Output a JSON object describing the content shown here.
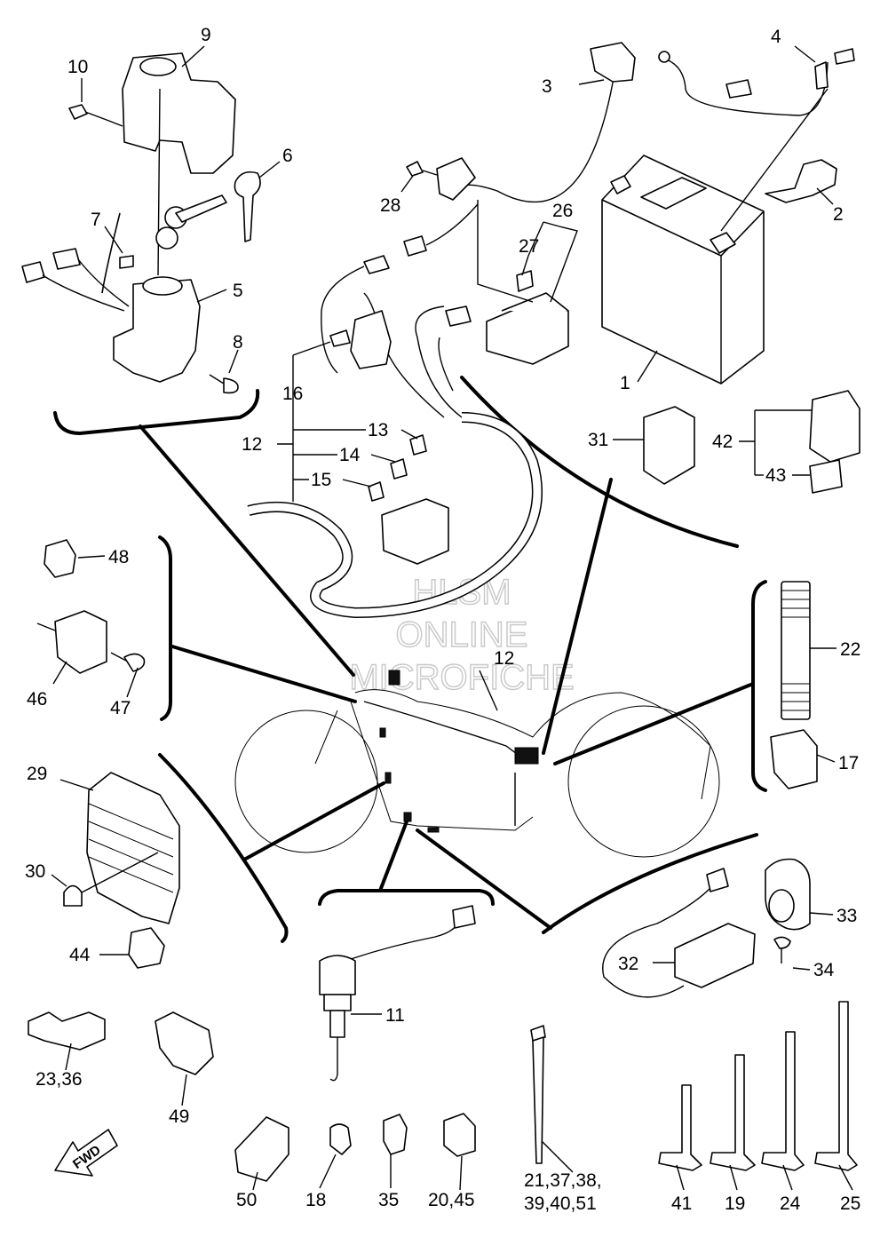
{
  "watermark": {
    "line1": "HLSM",
    "line2": "ONLINE",
    "line3": "MICROFICHE"
  },
  "fwd_label": "FWD",
  "callouts": {
    "c1": "1",
    "c2": "2",
    "c3": "3",
    "c4": "4",
    "c5": "5",
    "c6": "6",
    "c7": "7",
    "c8": "8",
    "c9": "9",
    "c10": "10",
    "c11": "11",
    "c12a": "12",
    "c12b": "12",
    "c13": "13",
    "c14": "14",
    "c15": "15",
    "c16": "16",
    "c17": "17",
    "c18": "18",
    "c19": "19",
    "c20_45": "20,45",
    "c21a": "21,37,38,",
    "c21b": "39,40,51",
    "c22": "22",
    "c23_36": "23,36",
    "c24": "24",
    "c25": "25",
    "c26": "26",
    "c27": "27",
    "c28": "28",
    "c29": "29",
    "c30": "30",
    "c31": "31",
    "c32": "32",
    "c33": "33",
    "c34": "34",
    "c35": "35",
    "c41": "41",
    "c42": "42",
    "c43": "43",
    "c44": "44",
    "c46": "46",
    "c47": "47",
    "c48": "48",
    "c49": "49",
    "c50": "50"
  }
}
